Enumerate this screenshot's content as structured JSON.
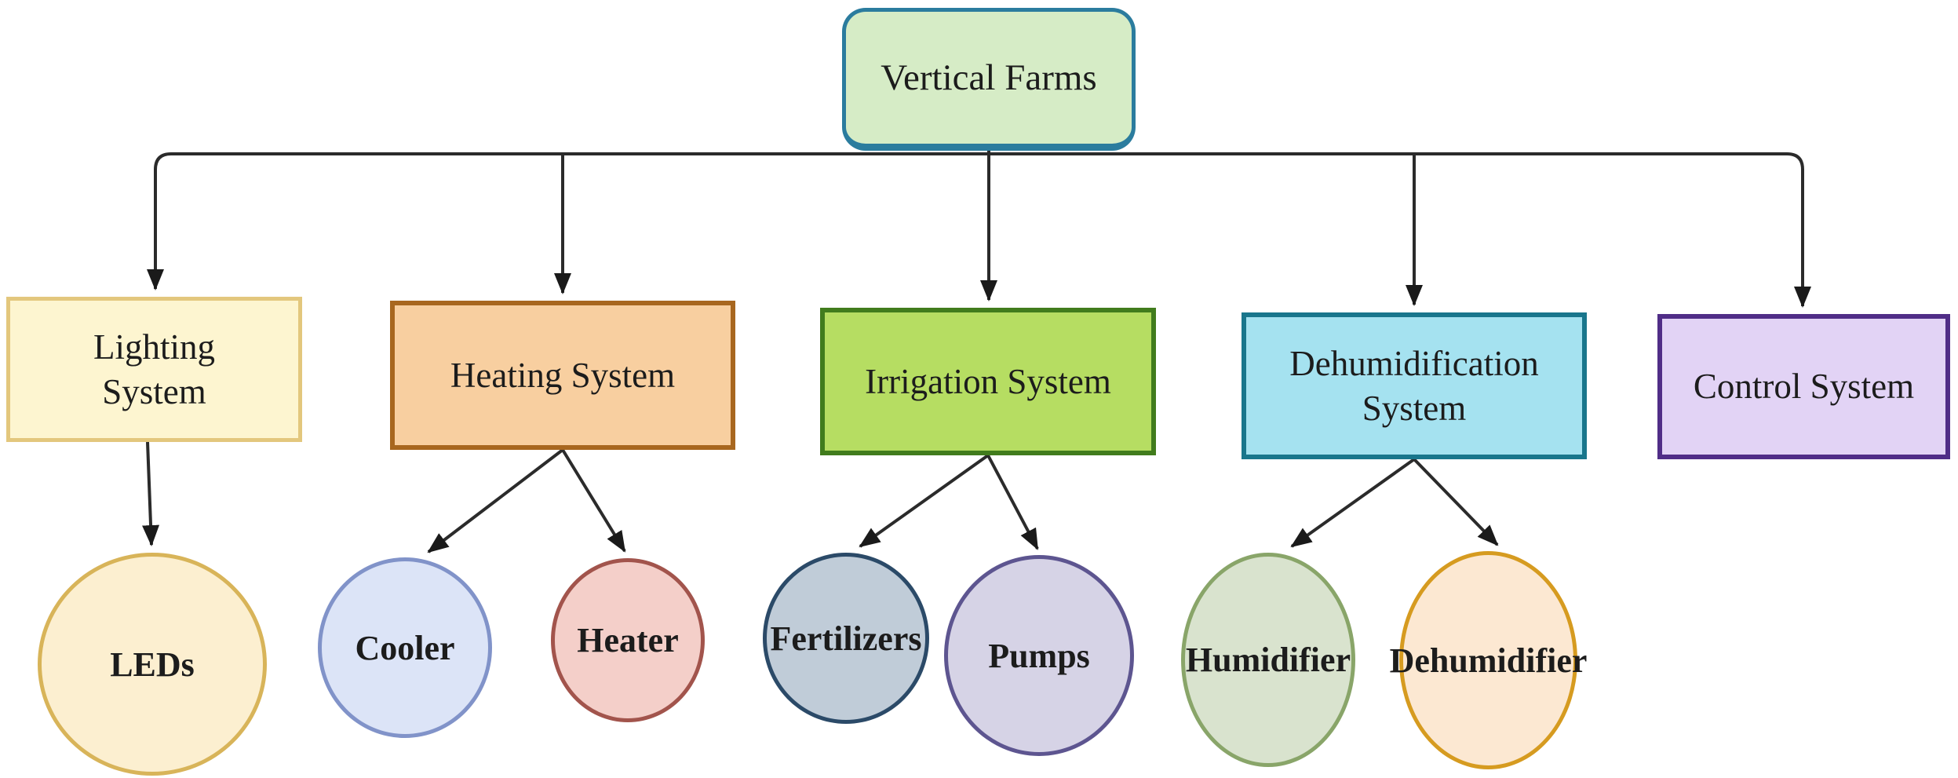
{
  "diagram": {
    "title": "Vertical Farms system hierarchy",
    "line_color": "#2b2b2b",
    "root": {
      "label": "Vertical Farms",
      "fill": "#d6ecc6",
      "border": "#2b7c9e"
    },
    "systems": [
      {
        "id": "lighting",
        "label": "Lighting System",
        "fill": "#fdf5d0",
        "border": "#e3c77d"
      },
      {
        "id": "heating",
        "label": "Heating System",
        "fill": "#f8cfa0",
        "border": "#a8671f"
      },
      {
        "id": "irrigation",
        "label": "Irrigation System",
        "fill": "#b6dd62",
        "border": "#417c1d"
      },
      {
        "id": "dehumidification",
        "label": "Dehumidification System",
        "fill": "#a5e2f0",
        "border": "#19768c"
      },
      {
        "id": "control",
        "label": "Control System",
        "fill": "#e2d3f5",
        "border": "#502d87"
      }
    ],
    "components": [
      {
        "id": "leds",
        "label": "LEDs",
        "parent": "lighting",
        "fill": "#fcefd0",
        "border": "#d8b459"
      },
      {
        "id": "cooler",
        "label": "Cooler",
        "parent": "heating",
        "fill": "#dce4f7",
        "border": "#8193c9"
      },
      {
        "id": "heater",
        "label": "Heater",
        "parent": "heating",
        "fill": "#f4cfc9",
        "border": "#a2544c"
      },
      {
        "id": "fertilizers",
        "label": "Fertilizers",
        "parent": "irrigation",
        "fill": "#c0ccd8",
        "border": "#2b4a68"
      },
      {
        "id": "pumps",
        "label": "Pumps",
        "parent": "irrigation",
        "fill": "#d6d3e6",
        "border": "#5d5590"
      },
      {
        "id": "humidifier",
        "label": "Humidifier",
        "parent": "dehumidification",
        "fill": "#d9e3ce",
        "border": "#89a569"
      },
      {
        "id": "dehumidifier",
        "label": "Dehumidifier",
        "parent": "dehumidification",
        "fill": "#fce8d2",
        "border": "#d69b20"
      }
    ]
  }
}
